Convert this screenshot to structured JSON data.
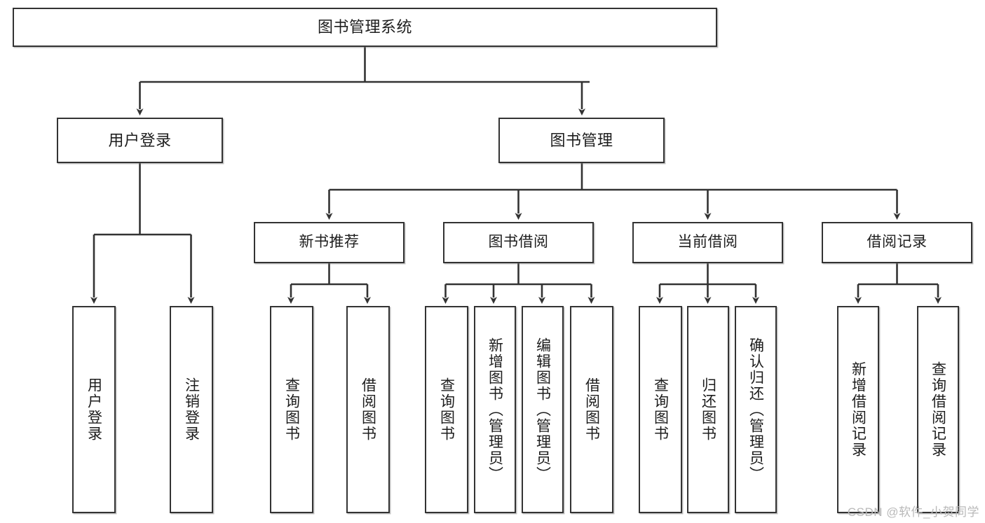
{
  "diagram": {
    "title": "图书管理系统",
    "type": "tree-hierarchy-chart",
    "watermark": "CSDN @软件_小贺同学",
    "colors": {
      "background": "#ffffff",
      "box_border": "#333333",
      "box_fill": "#ffffff",
      "connector": "#333333",
      "text": "#1d1d1d",
      "watermark": "#b9b9b9"
    },
    "root": {
      "id": "root",
      "label": "图书管理系统"
    },
    "level2": [
      {
        "id": "user-login",
        "label": "用户登录"
      },
      {
        "id": "book-manage",
        "label": "图书管理"
      }
    ],
    "level3": [
      {
        "id": "new-book-recommend",
        "label": "新书推荐",
        "parent": "book-manage"
      },
      {
        "id": "book-borrow",
        "label": "图书借阅",
        "parent": "book-manage"
      },
      {
        "id": "current-borrow",
        "label": "当前借阅",
        "parent": "book-manage"
      },
      {
        "id": "borrow-record",
        "label": "借阅记录",
        "parent": "book-manage"
      }
    ],
    "leaves": {
      "user-login": [
        {
          "id": "leaf-user-login",
          "label": "用户登录"
        },
        {
          "id": "leaf-logout",
          "label": "注销登录"
        }
      ],
      "new-book-recommend": [
        {
          "id": "leaf-query-book-1",
          "label": "查询图书"
        },
        {
          "id": "leaf-borrow-book-1",
          "label": "借阅图书"
        }
      ],
      "book-borrow": [
        {
          "id": "leaf-query-book-2",
          "label": "查询图书"
        },
        {
          "id": "leaf-add-book",
          "label": "新增图书（管理员）"
        },
        {
          "id": "leaf-edit-book",
          "label": "编辑图书（管理员）"
        },
        {
          "id": "leaf-borrow-book-2",
          "label": "借阅图书"
        }
      ],
      "current-borrow": [
        {
          "id": "leaf-query-book-3",
          "label": "查询图书"
        },
        {
          "id": "leaf-return-book",
          "label": "归还图书"
        },
        {
          "id": "leaf-confirm-return",
          "label": "确认归还（管理员）"
        }
      ],
      "borrow-record": [
        {
          "id": "leaf-add-record",
          "label": "新增借阅记录"
        },
        {
          "id": "leaf-query-record",
          "label": "查询借阅记录"
        }
      ]
    }
  }
}
